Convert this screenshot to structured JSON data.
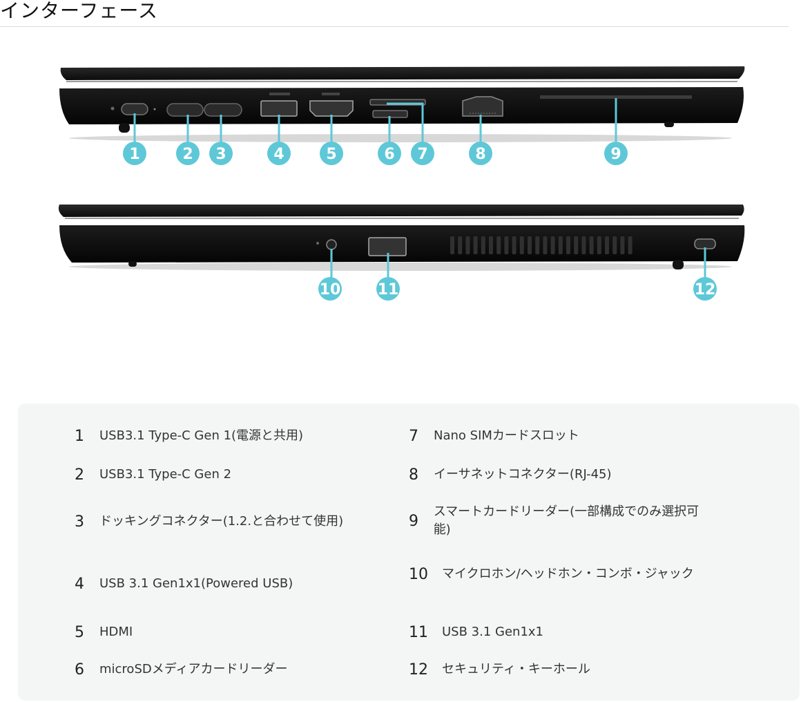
{
  "page_title": "インターフェース",
  "callouts": [
    "1",
    "2",
    "3",
    "4",
    "5",
    "6",
    "7",
    "8",
    "9",
    "10",
    "11",
    "12"
  ],
  "legend": {
    "left": [
      {
        "num": "1",
        "text": "USB3.1 Type-C Gen 1(電源と共用)"
      },
      {
        "num": "2",
        "text": "USB3.1 Type-C Gen 2"
      },
      {
        "num": "3",
        "text": "ドッキングコネクター(1.2.と合わせて使用)"
      },
      {
        "num": "4",
        "text": "USB 3.1 Gen1x1(Powered USB)"
      },
      {
        "num": "5",
        "text": "HDMI"
      },
      {
        "num": "6",
        "text": "microSDメディアカードリーダー"
      }
    ],
    "right": [
      {
        "num": "7",
        "text": "Nano SIMカードスロット"
      },
      {
        "num": "8",
        "text": "イーサネットコネクター(RJ-45)"
      },
      {
        "num": "9",
        "text": "スマートカードリーダー(一部構成でのみ選択可能)"
      },
      {
        "num": "10",
        "text": "マイクロホン/ヘッドホン・コンボ・ジャック"
      },
      {
        "num": "11",
        "text": "USB 3.1 Gen1x1"
      },
      {
        "num": "12",
        "text": "セキュリティ・キーホール"
      }
    ]
  },
  "colors": {
    "callout": "#5ec8d8",
    "laptop_body": "#151515",
    "panel_bg": "#f4f6f6"
  }
}
